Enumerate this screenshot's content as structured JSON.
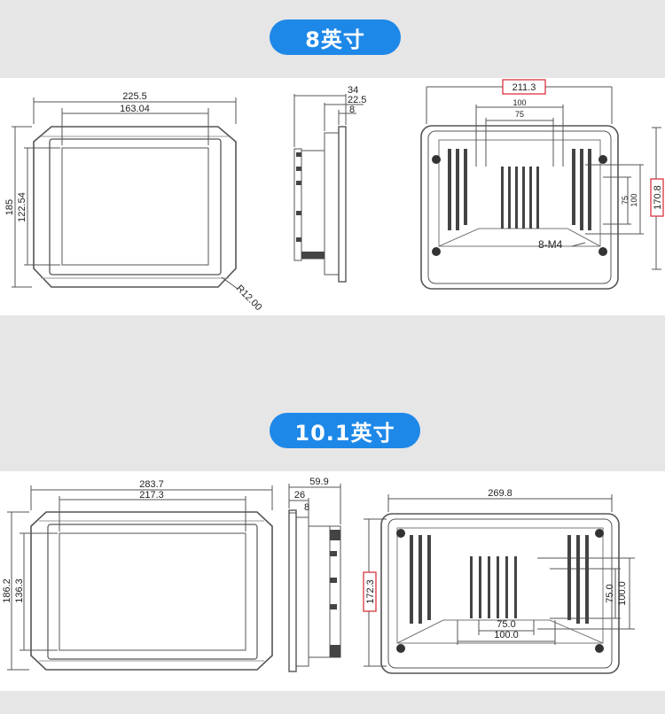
{
  "sections": [
    {
      "title": "8英寸",
      "front": {
        "width": "225.5",
        "inner_width": "163.04",
        "height": "185",
        "inner_height": "122.54",
        "radius": "R12.00"
      },
      "side": {
        "depth": "34",
        "mid": "22.5",
        "small": "8"
      },
      "back": {
        "width": "211.3",
        "hole_h_outer": "100",
        "hole_h_inner": "75",
        "hole_v_inner": "75",
        "hole_v_outer": "100",
        "height": "170.8",
        "screws": "8-M4"
      }
    },
    {
      "title": "10.1英寸",
      "front": {
        "width": "283.7",
        "inner_width": "217.3",
        "height": "186.2",
        "inner_height": "136.3"
      },
      "side": {
        "depth": "59.9",
        "mid": "26",
        "small": "8"
      },
      "back": {
        "width": "269.8",
        "height": "172.3",
        "hole_h_inner": "75.0",
        "hole_h_outer": "100.0",
        "hole_v_inner": "75.0",
        "hole_v_outer": "100.0"
      }
    }
  ],
  "colors": {
    "accent": "#1e88e8",
    "highlight": "#d9333f",
    "line": "#555555"
  }
}
